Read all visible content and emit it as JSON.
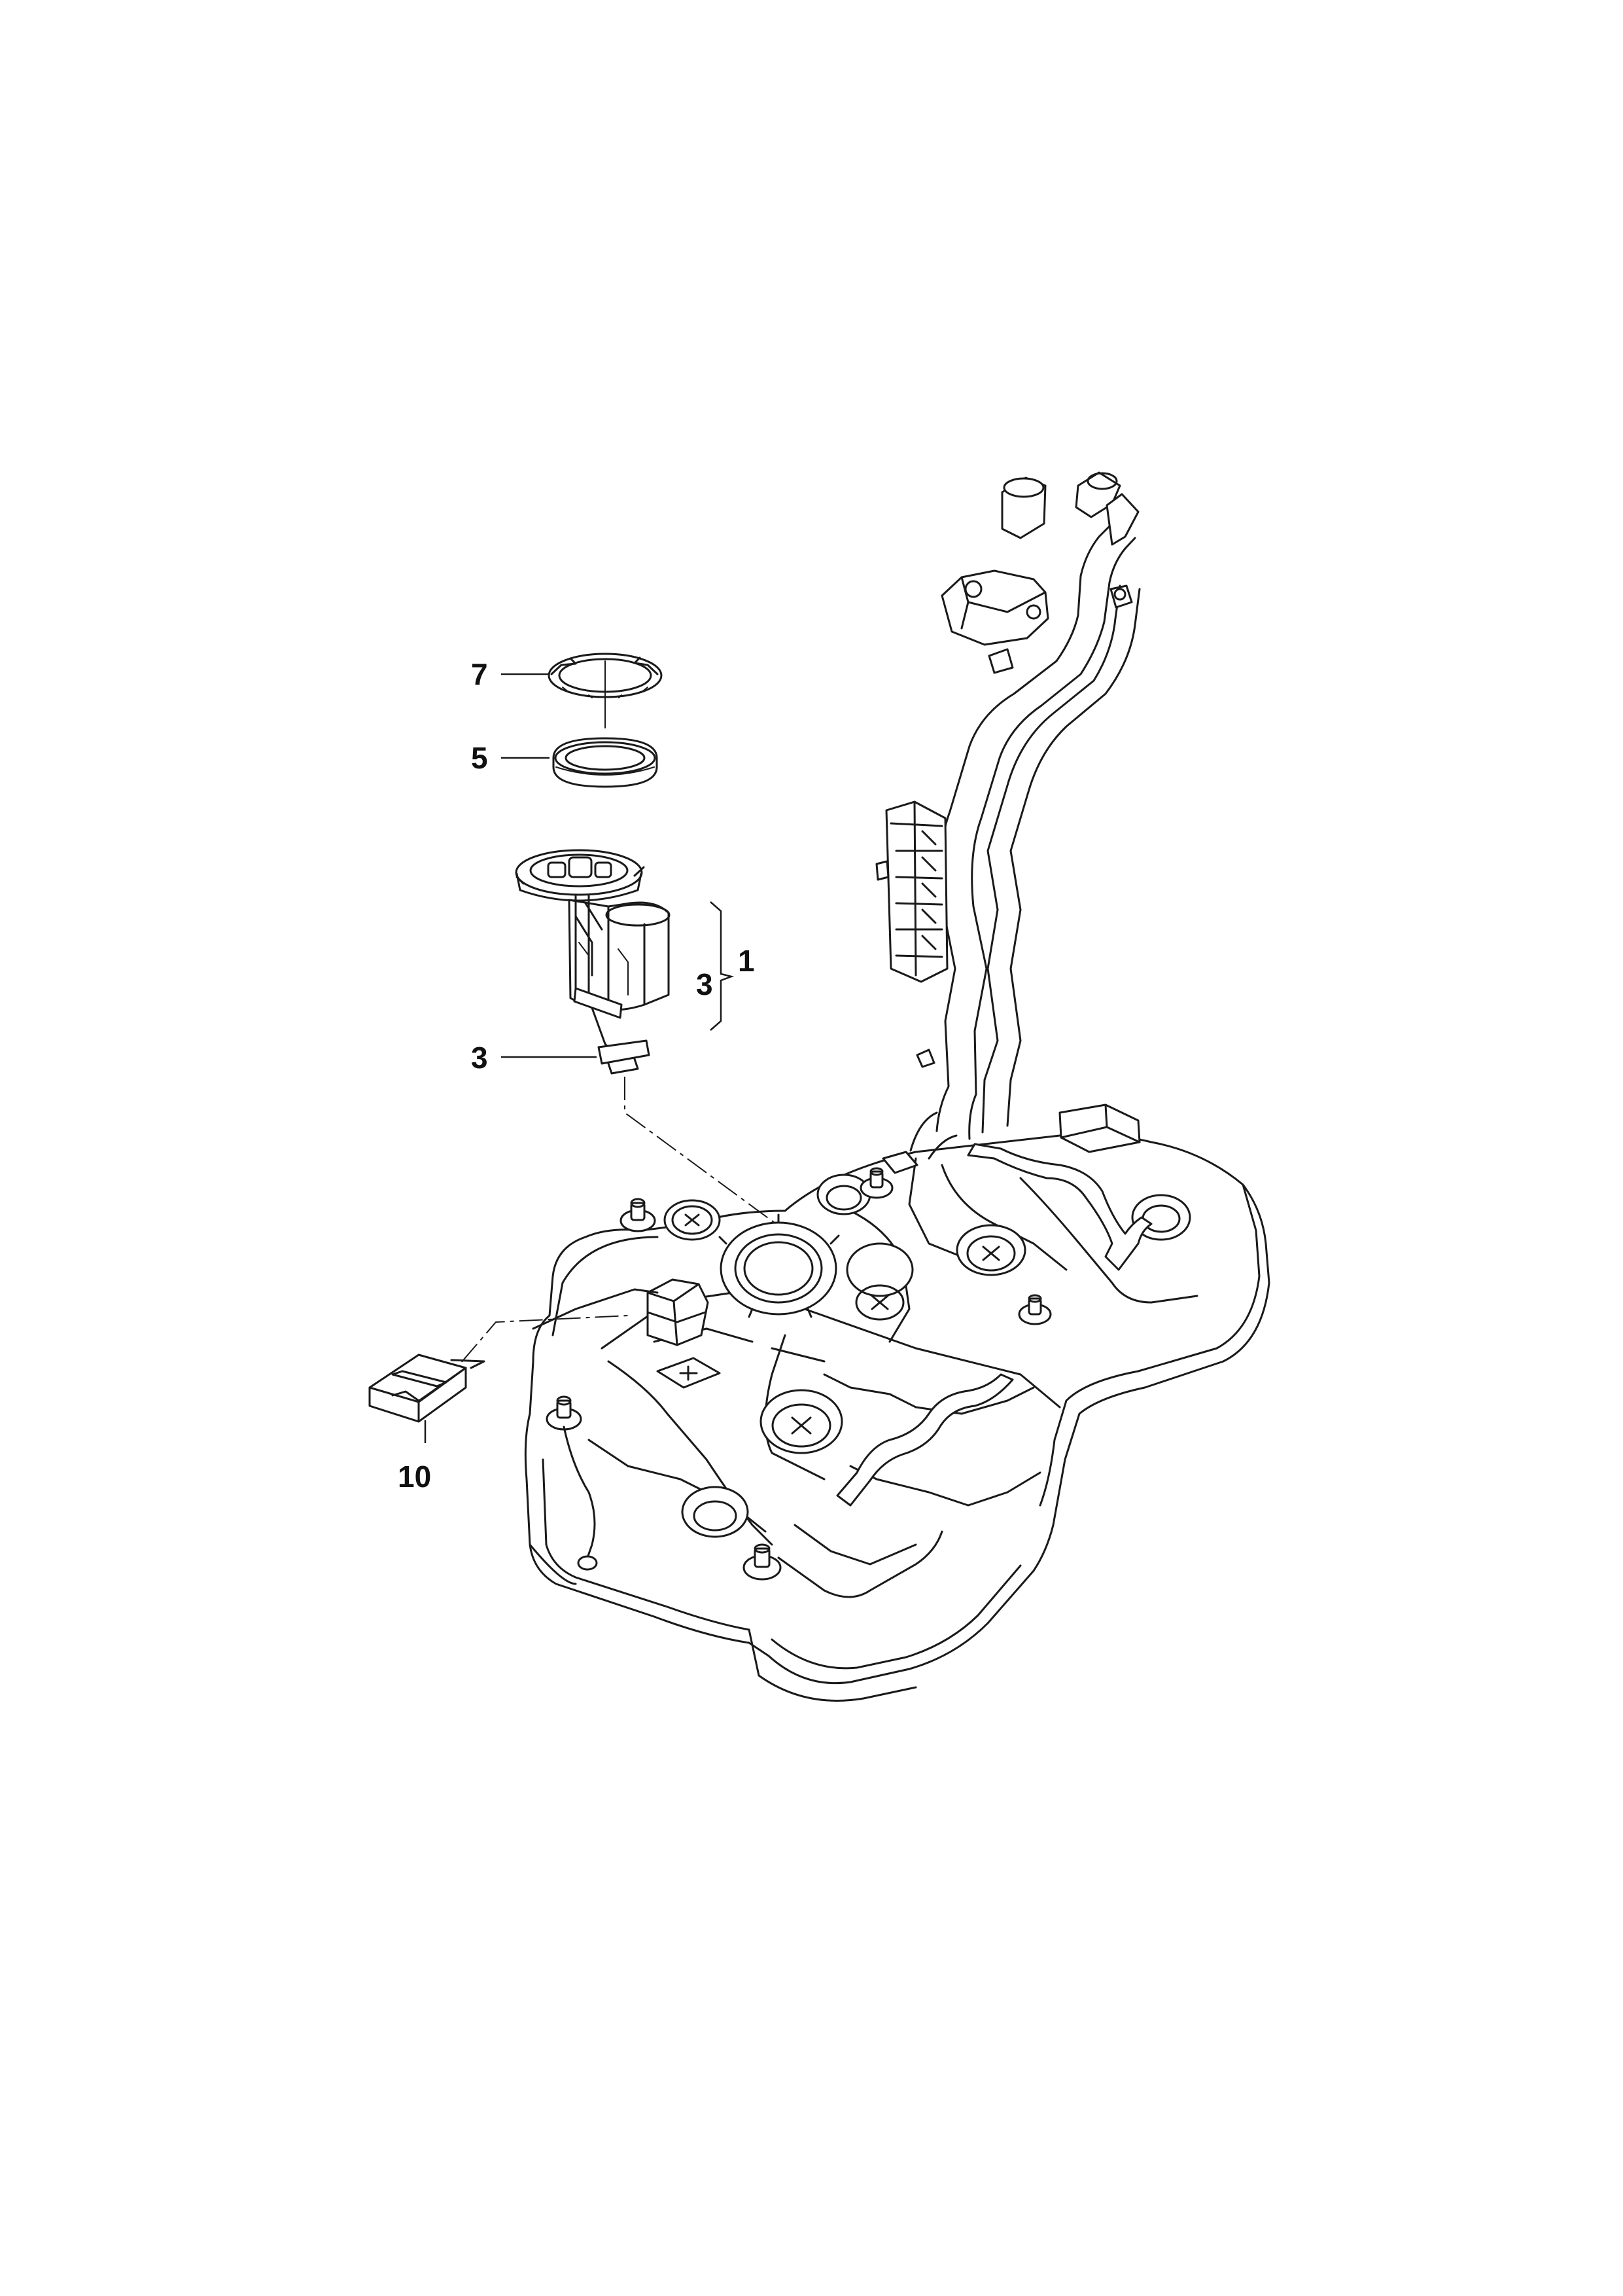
{
  "diagram": {
    "callouts": {
      "c7": "7",
      "c5": "5",
      "c1": "1",
      "c3_bracket": "3",
      "c3": "3",
      "c10": "10"
    },
    "parts": {
      "lock_ring": "7",
      "seal": "5",
      "fuel_pump_module": "1",
      "fuel_level_sender": "3",
      "connector": "10"
    },
    "colors": {
      "line": "#1a1a1a",
      "background": "#ffffff"
    }
  }
}
